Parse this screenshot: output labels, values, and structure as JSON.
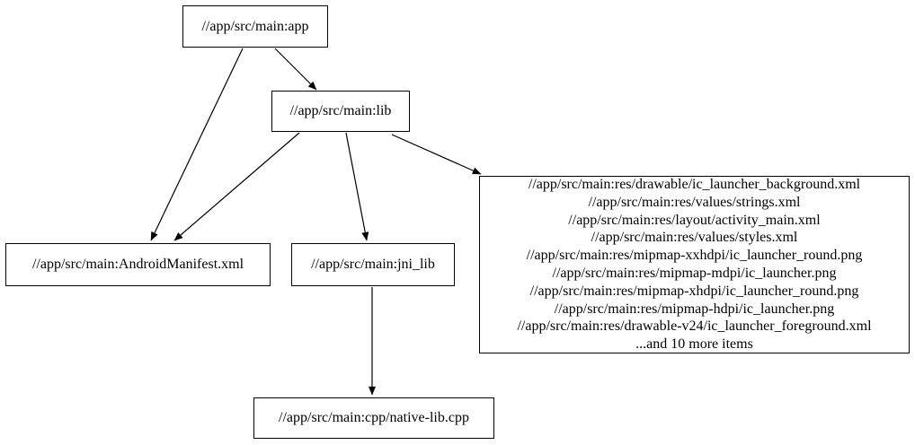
{
  "graph": {
    "colors": {
      "background": "#ffffff",
      "node_border": "#000000",
      "node_fill": "#ffffff",
      "edge": "#000000",
      "text": "#000000"
    },
    "nodes": {
      "app": {
        "label": "//app/src/main:app"
      },
      "lib": {
        "label": "//app/src/main:lib"
      },
      "android_manifest": {
        "label": "//app/src/main:AndroidManifest.xml"
      },
      "jni_lib": {
        "label": "//app/src/main:jni_lib"
      },
      "res_group": {
        "lines": [
          "//app/src/main:res/drawable/ic_launcher_background.xml",
          "//app/src/main:res/values/strings.xml",
          "//app/src/main:res/layout/activity_main.xml",
          "//app/src/main:res/values/styles.xml",
          "//app/src/main:res/mipmap-xxhdpi/ic_launcher_round.png",
          "//app/src/main:res/mipmap-mdpi/ic_launcher.png",
          "//app/src/main:res/mipmap-xhdpi/ic_launcher_round.png",
          "//app/src/main:res/mipmap-hdpi/ic_launcher.png",
          "//app/src/main:res/drawable-v24/ic_launcher_foreground.xml",
          "...and 10 more items"
        ]
      },
      "native_lib_cpp": {
        "label": "//app/src/main:cpp/native-lib.cpp"
      }
    },
    "edges": [
      {
        "from": "app",
        "to": "lib"
      },
      {
        "from": "app",
        "to": "android_manifest"
      },
      {
        "from": "lib",
        "to": "android_manifest"
      },
      {
        "from": "lib",
        "to": "jni_lib"
      },
      {
        "from": "lib",
        "to": "res_group"
      },
      {
        "from": "jni_lib",
        "to": "native_lib_cpp"
      }
    ]
  }
}
